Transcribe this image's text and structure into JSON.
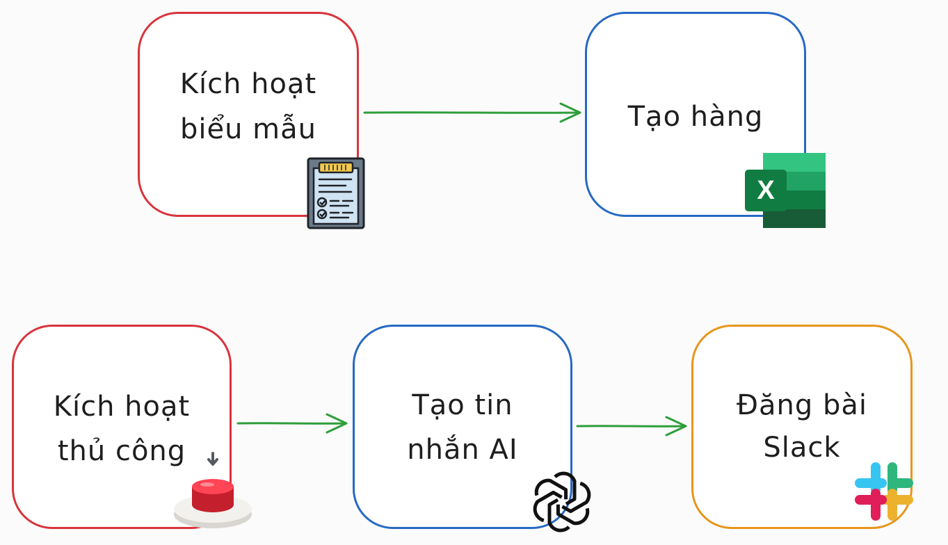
{
  "nodes": {
    "form_trigger": {
      "line1": "Kích hoạt",
      "line2": "biểu mẫu",
      "icon": "clipboard-checklist-icon",
      "color": "#d8343c"
    },
    "create_row": {
      "line1": "Tạo hàng",
      "icon": "excel-icon",
      "color": "#2669c3"
    },
    "manual_trigger": {
      "line1": "Kích hoạt",
      "line2": "thủ công",
      "icon": "red-push-button-icon",
      "color": "#d8343c"
    },
    "ai_message": {
      "line1": "Tạo tin",
      "line2": "nhắn AI",
      "icon": "openai-icon",
      "color": "#2669c3"
    },
    "slack_post": {
      "line1": "Đăng bài",
      "line2": "Slack",
      "icon": "slack-icon",
      "color": "#e8951c"
    }
  },
  "icons": {
    "excel_letter": "X"
  },
  "edges": [
    {
      "from": "form_trigger",
      "to": "create_row",
      "color": "#2e9e3a"
    },
    {
      "from": "manual_trigger",
      "to": "ai_message",
      "color": "#2e9e3a"
    },
    {
      "from": "ai_message",
      "to": "slack_post",
      "color": "#2e9e3a"
    }
  ]
}
